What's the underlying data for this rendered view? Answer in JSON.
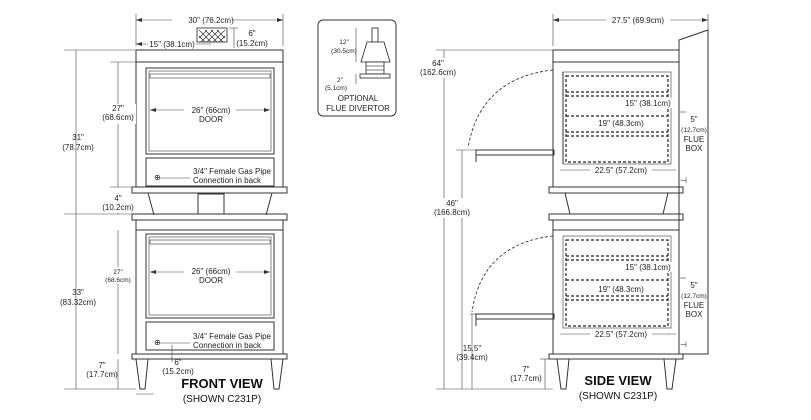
{
  "front": {
    "width": "30\" (76.2cm)",
    "flue_offset": "15\" (38.1cm)",
    "flue_height_in": "6\"",
    "flue_height_cm": "(15.2cm)",
    "overall_in": "31\"",
    "overall_cm": "(78.7cm)",
    "upper_door_h_in": "27\"",
    "upper_door_h_cm": "(68.6cm)",
    "door_w_upper": "26\" (66cm)",
    "door_label_upper": "DOOR",
    "gas_pipe_1": "3/4\" Female Gas Pipe",
    "gas_conn_1": "Connection in back",
    "gap_in": "4\"",
    "gap_cm": "(10.2cm)",
    "lower_h_in": "33\"",
    "lower_h_cm": "(83.32cm)",
    "lower_door_h_in": "27\"",
    "lower_door_h_cm": "(68.6cm)",
    "door_w_lower": "26\" (66cm)",
    "door_label_lower": "DOOR",
    "gas_pipe_2": "3/4\" Female Gas Pipe",
    "gas_conn_2": "Connection in back",
    "pipe_h_in": "6\"",
    "pipe_h_cm": "(15.2cm)",
    "leg_in": "7\"",
    "leg_cm": "(17.7cm)",
    "title": "FRONT VIEW",
    "subtitle": "(SHOWN C231P)"
  },
  "flue": {
    "h1_in": "12\"",
    "h1_cm": "(30.5cm)",
    "h2_in": "2\"",
    "h2_cm": "(5.1cm)",
    "label_1": "OPTIONAL",
    "label_2": "FLUE DIVERTOR"
  },
  "side": {
    "depth": "27.5\" (69.9cm)",
    "overall_in": "64\"",
    "overall_cm": "(162.6cm)",
    "mid_in": "46\"",
    "mid_cm": "(166.8cm)",
    "low_in": "15.5\"",
    "low_cm": "(39.4cm)",
    "leg_in": "7\"",
    "leg_cm": "(17.7cm)",
    "rack_upper_1": "15\" (38.1cm)",
    "rack_upper_2": "19\" (48.3cm)",
    "rack_upper_3": "22.5\" (57.2cm)",
    "rack_lower_1": "15\" (38.1cm)",
    "rack_lower_2": "19\" (48.3cm)",
    "rack_lower_3": "22.5\" (57.2cm)",
    "flue_box_upper": [
      "5\"",
      "(12.7cm)",
      "FLUE",
      "BOX"
    ],
    "flue_box_lower": [
      "5\"",
      "(12.7cm)",
      "FLUE",
      "BOX"
    ],
    "title": "SIDE VIEW",
    "subtitle": "(SHOWN C231P)"
  }
}
